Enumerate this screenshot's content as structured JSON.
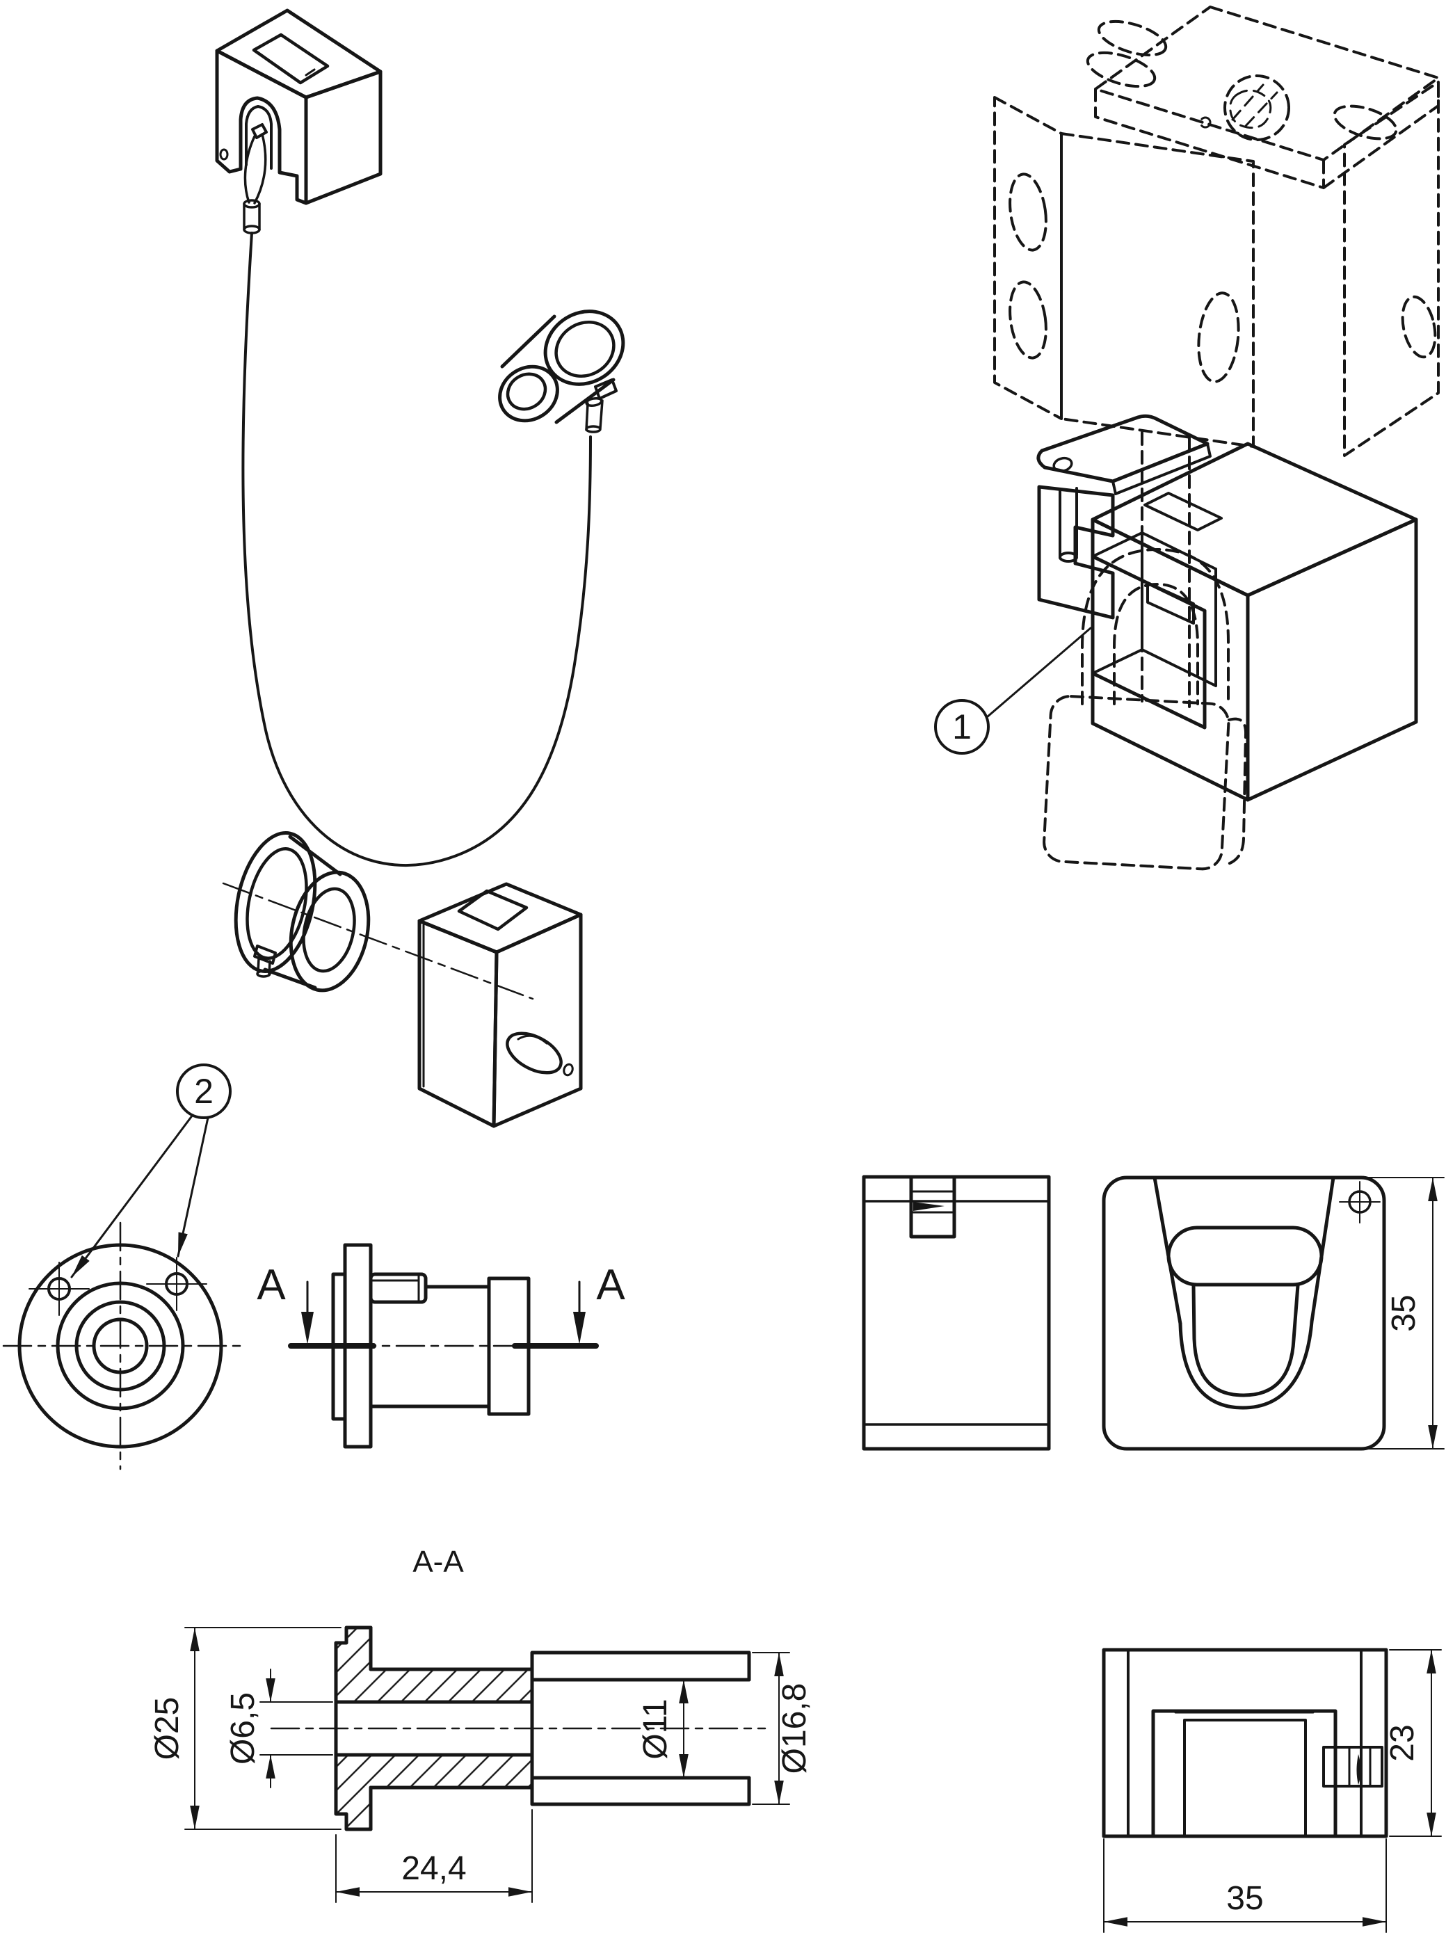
{
  "drawing": {
    "background": "#ffffff",
    "line_color": "#161616",
    "callouts": [
      {
        "label": "1"
      },
      {
        "label": "2"
      }
    ],
    "section": {
      "label": "A-A",
      "arrow_letters": [
        "A",
        "A"
      ]
    },
    "dimensions": {
      "flange_diameter": "Ø25",
      "bore_diameter": "Ø6,5",
      "counterbore_diameter": "Ø11",
      "sleeve_outer_diameter": "Ø16,8",
      "insert_length": "24,4",
      "block_height": "35",
      "block_depth": "23",
      "block_width": "35"
    }
  }
}
